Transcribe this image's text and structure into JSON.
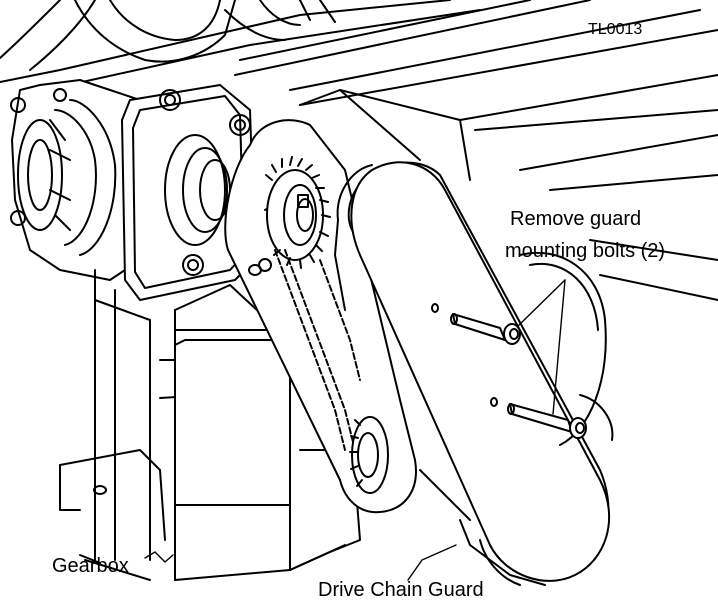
{
  "figure": {
    "id_code": "TL0013",
    "callouts": {
      "bolts": {
        "line1": "Remove guard",
        "line2": "mounting bolts (2)"
      },
      "gearbox": "Gearbox",
      "guard": "Drive Chain Guard"
    }
  },
  "colors": {
    "ink": "#000000",
    "paper": "#ffffff",
    "shade": "#e6e6e6"
  }
}
